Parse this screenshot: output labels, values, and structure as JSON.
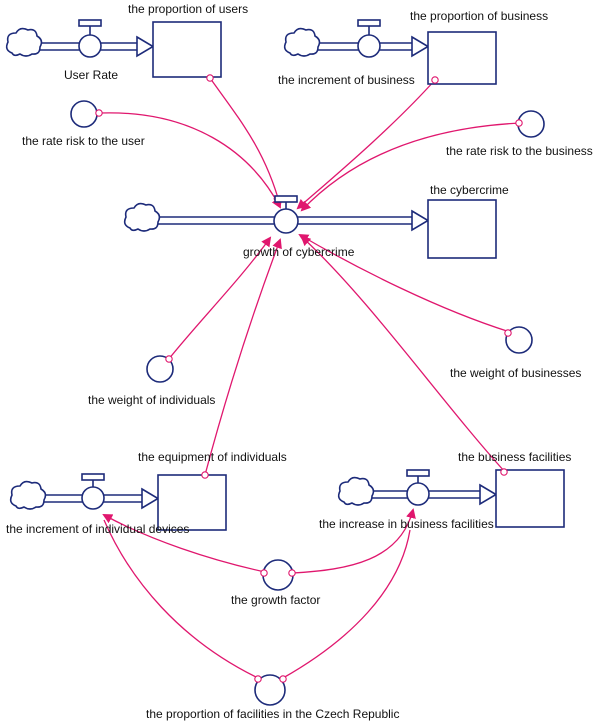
{
  "colors": {
    "structure": "#1d2b7a",
    "link": "#e0176e"
  },
  "labels": {
    "user_rate": "User Rate",
    "proportion_users": "the proportion of users",
    "proportion_business": "the proportion of business",
    "increment_business": "the increment of business",
    "rate_risk_user": "the rate risk to the user",
    "rate_risk_business": "the rate risk to the business",
    "cybercrime": "the cybercrime",
    "growth_cybercrime": "growth of cybercrime",
    "weight_individuals": "the weight of individuals",
    "weight_businesses": "the weight of businesses",
    "equipment_individuals": "the equipment of individuals",
    "business_facilities": "the business facilities",
    "increment_devices": "the increment of individual devices",
    "increase_facilities": "the increase in business facilities",
    "growth_factor": "the growth factor",
    "proportion_czech": "the proportion of facilities in the Czech Republic"
  }
}
